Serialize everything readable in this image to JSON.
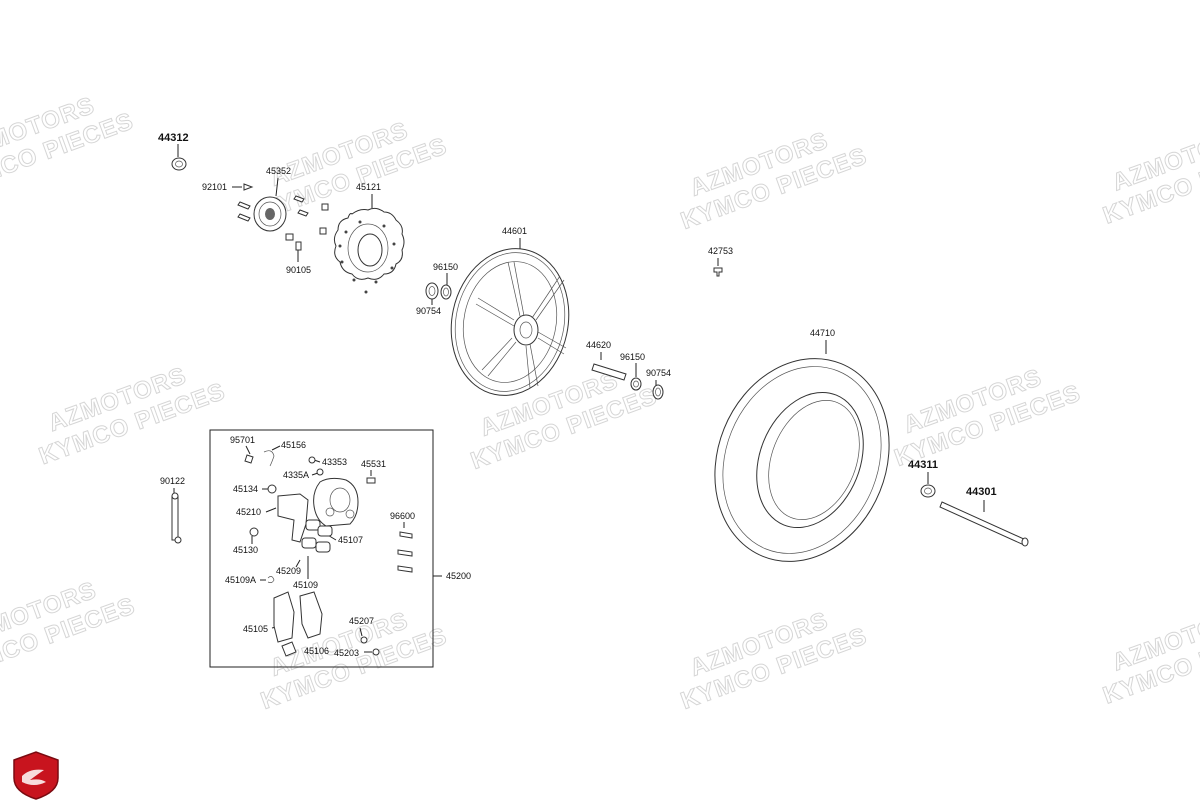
{
  "watermark": {
    "line1": "AZMOTORS",
    "line2": "KYMCO PIECES"
  },
  "logo": {
    "name": "azmotors-shield-logo",
    "color": "#c8141e"
  },
  "labels": {
    "p44312": "44312",
    "p92101": "92101",
    "p45352": "45352",
    "p45121": "45121",
    "p90105": "90105",
    "p44601": "44601",
    "p96150a": "96150",
    "p90754a": "90754",
    "p42753": "42753",
    "p44620": "44620",
    "p96150b": "96150",
    "p90754b": "90754",
    "p44710": "44710",
    "p44311": "44311",
    "p44301": "44301",
    "p95701": "95701",
    "p45156": "45156",
    "p43353": "43353",
    "p4335A": "4335A",
    "p45531": "45531",
    "p45134": "45134",
    "p90122": "90122",
    "p45210": "45210",
    "p96600": "96600",
    "p45107": "45107",
    "p45130": "45130",
    "p45209": "45209",
    "p45109A": "45109A",
    "p45109": "45109",
    "p45200": "45200",
    "p45105": "45105",
    "p45207": "45207",
    "p45106": "45106",
    "p45203": "45203"
  }
}
